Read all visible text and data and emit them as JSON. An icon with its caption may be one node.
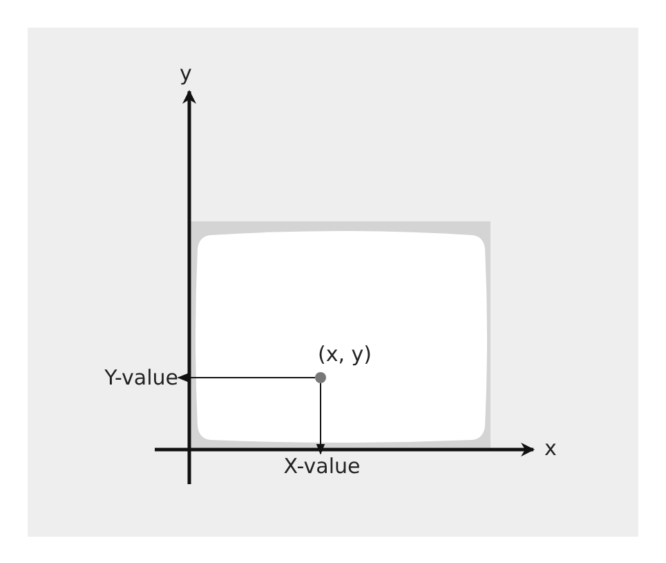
{
  "diagram": {
    "nodes": [
      {
        "text": [],
        "shape": "circle",
        "beside": [
          "(x, y)"
        ]
      },
      {
        "text": [
          "Y-value"
        ]
      },
      {
        "text": [
          "X-value"
        ]
      }
    ],
    "edges": [
      {
        "from": 0,
        "to": 1,
        "arrow": "to"
      },
      {
        "from": 0,
        "to": 2,
        "arrow": "to"
      }
    ],
    "labels": [
      "y",
      "x"
    ]
  }
}
